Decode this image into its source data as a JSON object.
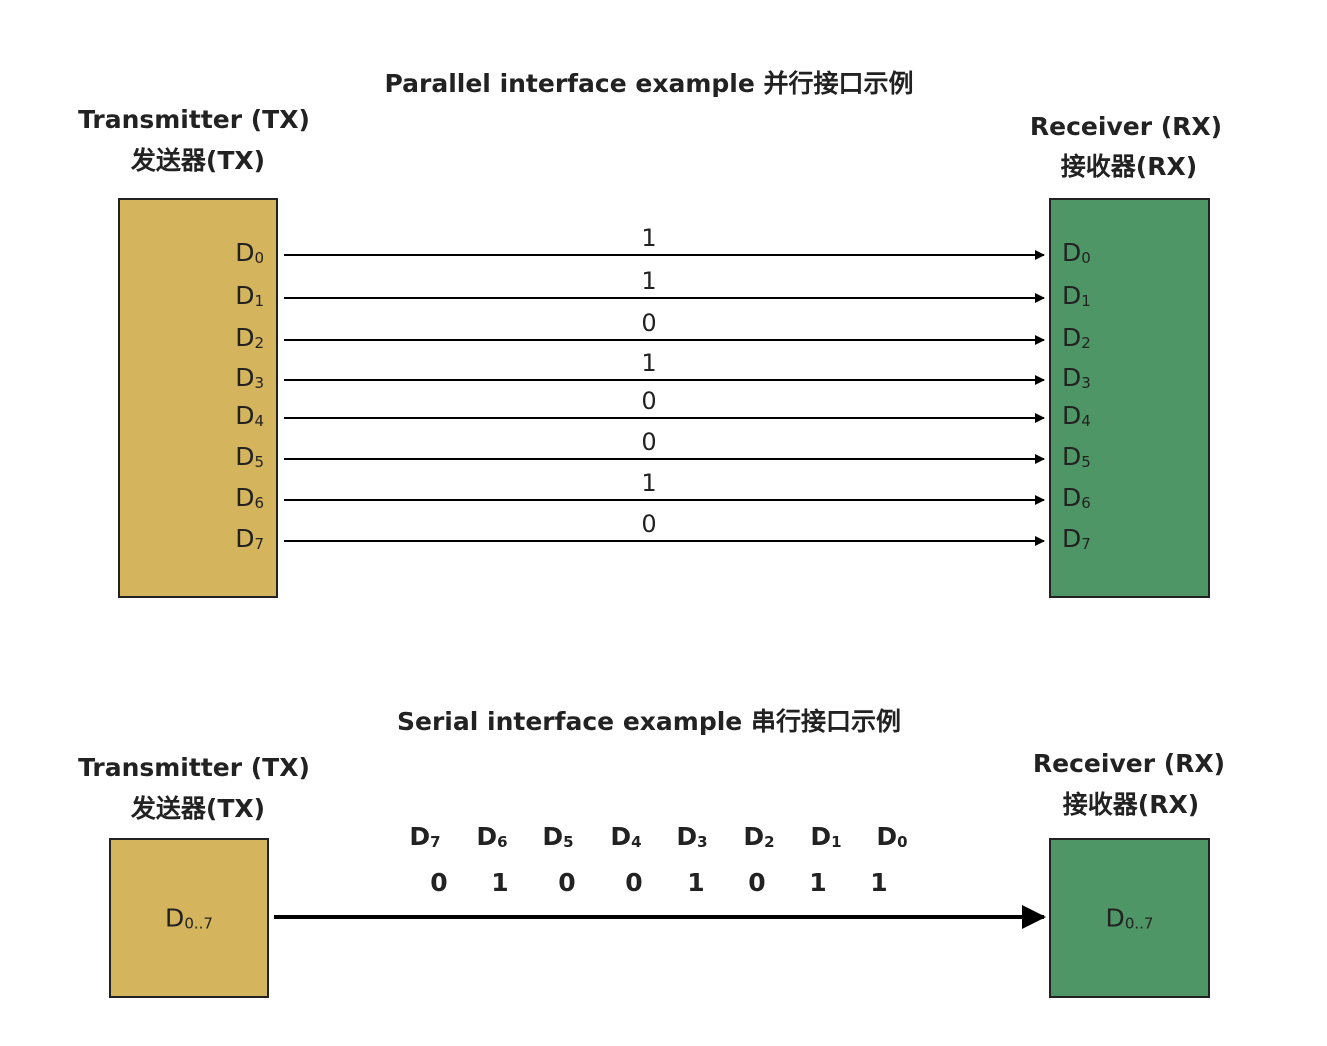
{
  "parallel": {
    "title": "Parallel interface example 并行接口示例",
    "tx_label_en": "Transmitter (TX)",
    "tx_label_zh": "发送器(TX)",
    "rx_label_en": "Receiver (RX)",
    "rx_label_zh": "接收器(RX)",
    "lines": [
      {
        "pin": "D",
        "index": "0",
        "bit": "1"
      },
      {
        "pin": "D",
        "index": "1",
        "bit": "1"
      },
      {
        "pin": "D",
        "index": "2",
        "bit": "0"
      },
      {
        "pin": "D",
        "index": "3",
        "bit": "1"
      },
      {
        "pin": "D",
        "index": "4",
        "bit": "0"
      },
      {
        "pin": "D",
        "index": "5",
        "bit": "0"
      },
      {
        "pin": "D",
        "index": "6",
        "bit": "1"
      },
      {
        "pin": "D",
        "index": "7",
        "bit": "0"
      }
    ]
  },
  "serial": {
    "title": "Serial interface example 串行接口示例",
    "tx_label_en": "Transmitter (TX)",
    "tx_label_zh": "发送器(TX)",
    "rx_label_en": "Receiver (RX)",
    "rx_label_zh": "接收器(RX)",
    "tx_box_text": {
      "pin": "D",
      "range": "0..7"
    },
    "rx_box_text": {
      "pin": "D",
      "range": "0..7"
    },
    "sequence": [
      {
        "pin": "D",
        "index": "7",
        "bit": "0"
      },
      {
        "pin": "D",
        "index": "6",
        "bit": "1"
      },
      {
        "pin": "D",
        "index": "5",
        "bit": "0"
      },
      {
        "pin": "D",
        "index": "4",
        "bit": "0"
      },
      {
        "pin": "D",
        "index": "3",
        "bit": "1"
      },
      {
        "pin": "D",
        "index": "2",
        "bit": "0"
      },
      {
        "pin": "D",
        "index": "1",
        "bit": "1"
      },
      {
        "pin": "D",
        "index": "0",
        "bit": "1"
      }
    ]
  },
  "colors": {
    "transmitter_fill": "#d4b45c",
    "receiver_fill": "#4f9666",
    "line": "#000000",
    "text": "#222222"
  }
}
